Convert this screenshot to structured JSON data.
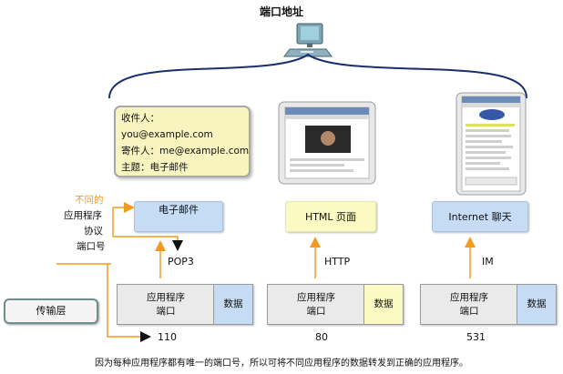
{
  "title": "端口地址",
  "email": {
    "to_label": "收件人：",
    "to_value": "you@example.com",
    "from_label": "寄件人：me@example.com",
    "subject": "主题：电子邮件"
  },
  "apps": [
    {
      "label": "电子邮件",
      "protocol": "POP3",
      "port": "110",
      "port_label": "应用程序\n端口",
      "data_label": "数据",
      "data_color": "#c6dcf4"
    },
    {
      "label": "HTML 页面",
      "protocol": "HTTP",
      "port": "80",
      "port_label": "应用程序\n端口",
      "data_label": "数据",
      "data_color": "#fafac2"
    },
    {
      "label": "Internet 聊天",
      "protocol": "IM",
      "port": "531",
      "port_label": "应用程序\n端口",
      "data_label": "数据",
      "data_color": "#c6dcf4"
    }
  ],
  "side_labels": {
    "different": "不同的",
    "app": "应用程序",
    "protocol": "协议",
    "port": "端口号"
  },
  "transport_label": "传输层",
  "caption": "因为每种应用程序都有唯一的端口号，所以可将不同应用程序的数据转发到正确的应用程序。",
  "colors": {
    "arrow_orange": "#f29a1f",
    "brace_navy": "#1a2f6e",
    "email_card_bg": "#f8f4bf",
    "app_blue": "#c6dcf4",
    "app_yellow": "#fafac2"
  },
  "icons": [
    "computer-icon",
    "browser-screenshot",
    "im-screenshot"
  ]
}
